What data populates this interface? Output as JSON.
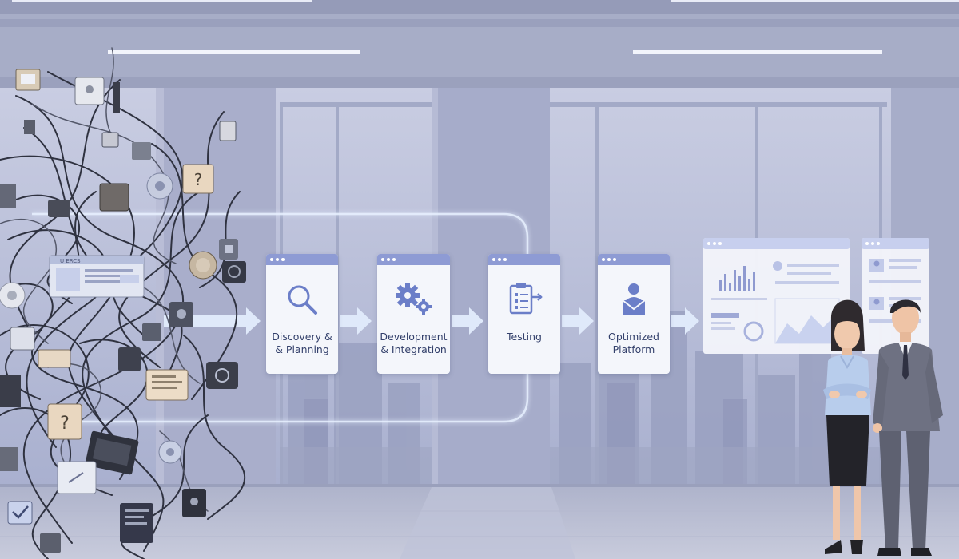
{
  "process": {
    "steps": [
      {
        "label": "Discovery & & Planning",
        "icon": "magnifier-icon"
      },
      {
        "label": "Development & Integration",
        "icon": "gears-icon"
      },
      {
        "label": "Testing",
        "icon": "clipboard-checklist-icon"
      },
      {
        "label": "Optimized Platform",
        "icon": "user-envelope-icon"
      }
    ]
  },
  "colors": {
    "sky": "#b9bfd6",
    "card": "#f4f6fb",
    "card_bar": "#8e9bd4",
    "arrow": "#dfe9fa",
    "glow_line": "#e7f0ff",
    "icon": "#6b7ec8"
  }
}
